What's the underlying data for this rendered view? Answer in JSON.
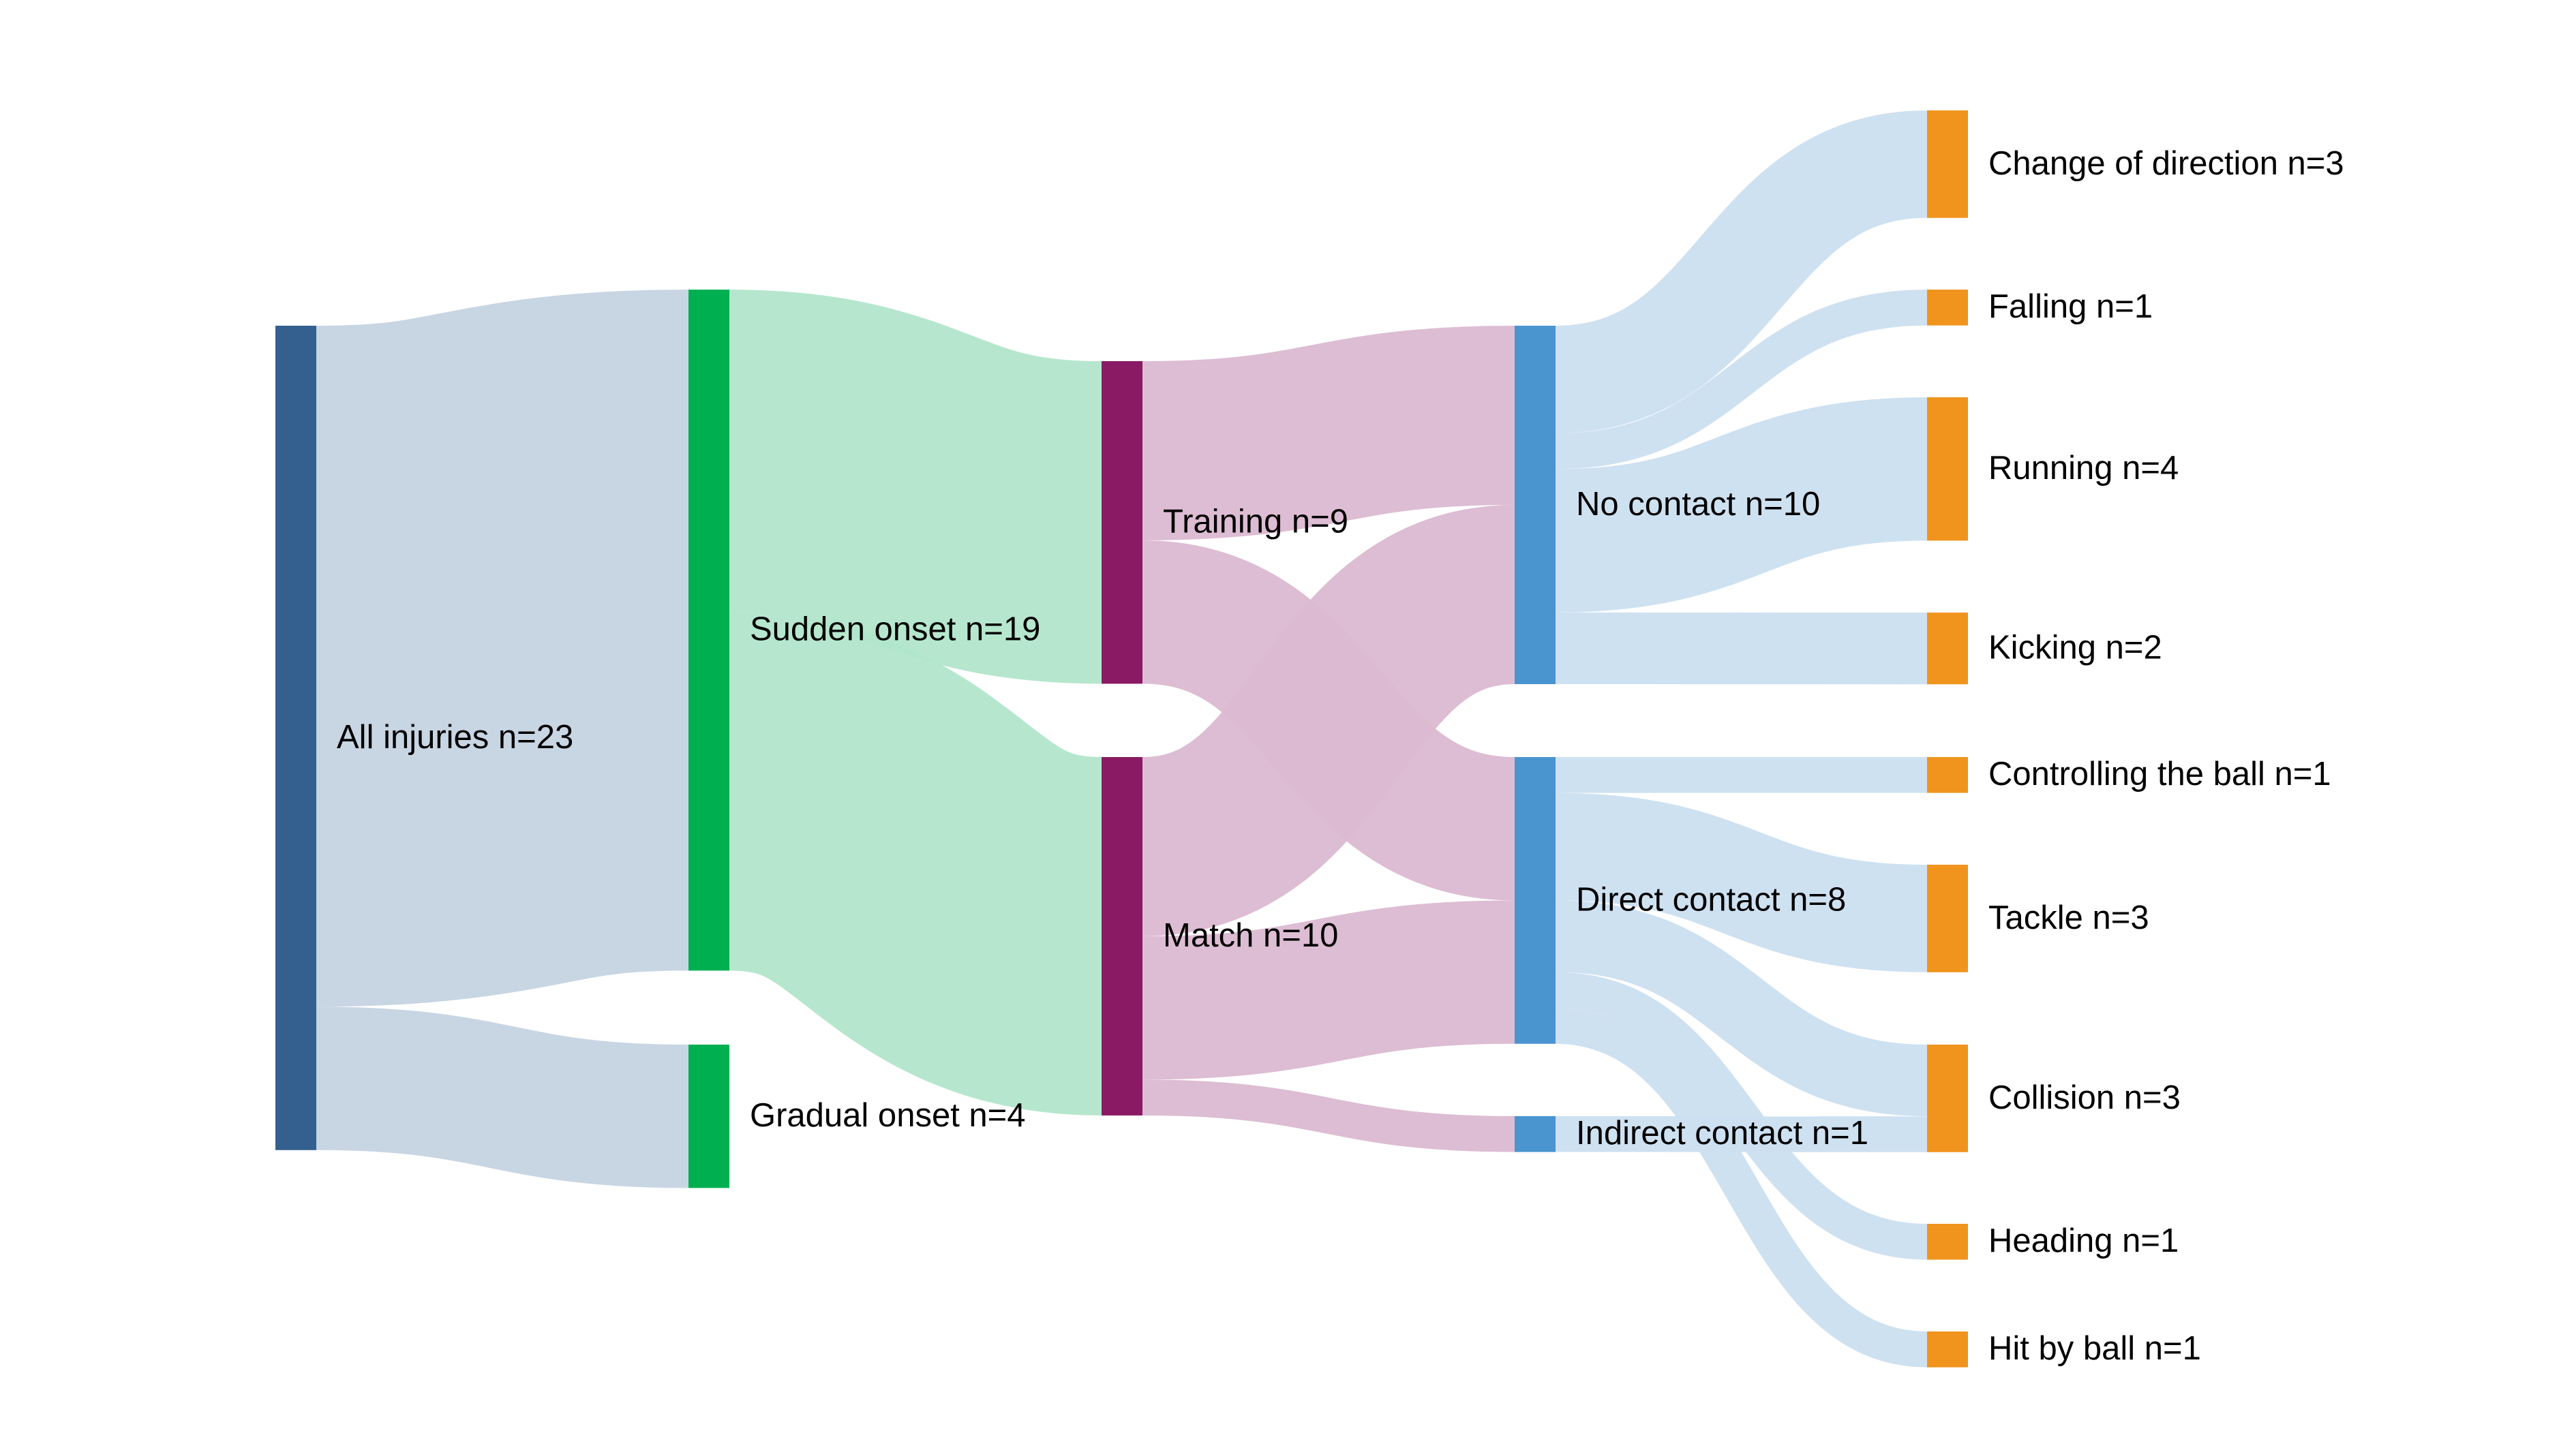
{
  "colors": {
    "all": "#33608f",
    "onset": "#00b050",
    "activity": "#8a1a63",
    "contact": "#4a94d0",
    "mechanism": "#f0941e",
    "link_all": "#c5d3e2",
    "link_onset": "#b2e6cb",
    "link_activity": "#dbb9d1",
    "link_contact": "#cbdff0"
  },
  "nodes": [
    {
      "id": "all",
      "label": "All injuries n=23",
      "value": 23,
      "column": 0,
      "color_key": "all"
    },
    {
      "id": "sudden",
      "label": "Sudden onset n=19",
      "value": 19,
      "column": 1,
      "color_key": "onset"
    },
    {
      "id": "gradual",
      "label": "Gradual onset n=4",
      "value": 4,
      "column": 1,
      "color_key": "onset"
    },
    {
      "id": "training",
      "label": "Training n=9",
      "value": 9,
      "column": 2,
      "color_key": "activity"
    },
    {
      "id": "match",
      "label": "Match n=10",
      "value": 10,
      "column": 2,
      "color_key": "activity"
    },
    {
      "id": "nocontact",
      "label": "No contact n=10",
      "value": 10,
      "column": 3,
      "color_key": "contact"
    },
    {
      "id": "direct",
      "label": "Direct contact n=8",
      "value": 8,
      "column": 3,
      "color_key": "contact"
    },
    {
      "id": "indirect",
      "label": "Indirect contact n=1",
      "value": 1,
      "column": 3,
      "color_key": "contact"
    },
    {
      "id": "cod",
      "label": "Change of direction n=3",
      "value": 3,
      "column": 4,
      "color_key": "mechanism"
    },
    {
      "id": "falling",
      "label": "Falling n=1",
      "value": 1,
      "column": 4,
      "color_key": "mechanism"
    },
    {
      "id": "running",
      "label": "Running n=4",
      "value": 4,
      "column": 4,
      "color_key": "mechanism"
    },
    {
      "id": "kicking",
      "label": "Kicking n=2",
      "value": 2,
      "column": 4,
      "color_key": "mechanism"
    },
    {
      "id": "controlling",
      "label": "Controlling the ball n=1",
      "value": 1,
      "column": 4,
      "color_key": "mechanism"
    },
    {
      "id": "tackle",
      "label": "Tackle n=3",
      "value": 3,
      "column": 4,
      "color_key": "mechanism"
    },
    {
      "id": "collision",
      "label": "Collision n=3",
      "value": 3,
      "column": 4,
      "color_key": "mechanism"
    },
    {
      "id": "heading",
      "label": "Heading n=1",
      "value": 1,
      "column": 4,
      "color_key": "mechanism"
    },
    {
      "id": "hitbyball",
      "label": "Hit by ball n=1",
      "value": 1,
      "column": 4,
      "color_key": "mechanism"
    }
  ],
  "links": [
    {
      "source": "all",
      "target": "sudden",
      "value": 19,
      "color_key": "link_all"
    },
    {
      "source": "all",
      "target": "gradual",
      "value": 4,
      "color_key": "link_all"
    },
    {
      "source": "sudden",
      "target": "training",
      "value": 9,
      "color_key": "link_onset"
    },
    {
      "source": "sudden",
      "target": "match",
      "value": 10,
      "color_key": "link_onset"
    },
    {
      "source": "training",
      "target": "nocontact",
      "value": 5,
      "color_key": "link_activity"
    },
    {
      "source": "training",
      "target": "direct",
      "value": 4,
      "color_key": "link_activity"
    },
    {
      "source": "match",
      "target": "nocontact",
      "value": 5,
      "color_key": "link_activity"
    },
    {
      "source": "match",
      "target": "direct",
      "value": 4,
      "color_key": "link_activity"
    },
    {
      "source": "match",
      "target": "indirect",
      "value": 1,
      "color_key": "link_activity"
    },
    {
      "source": "nocontact",
      "target": "cod",
      "value": 3,
      "color_key": "link_contact"
    },
    {
      "source": "nocontact",
      "target": "falling",
      "value": 1,
      "color_key": "link_contact"
    },
    {
      "source": "nocontact",
      "target": "running",
      "value": 4,
      "color_key": "link_contact"
    },
    {
      "source": "nocontact",
      "target": "kicking",
      "value": 2,
      "color_key": "link_contact"
    },
    {
      "source": "direct",
      "target": "controlling",
      "value": 1,
      "color_key": "link_contact"
    },
    {
      "source": "direct",
      "target": "tackle",
      "value": 3,
      "color_key": "link_contact"
    },
    {
      "source": "direct",
      "target": "collision",
      "value": 2,
      "color_key": "link_contact"
    },
    {
      "source": "direct",
      "target": "heading",
      "value": 1,
      "color_key": "link_contact"
    },
    {
      "source": "direct",
      "target": "hitbyball",
      "value": 1,
      "color_key": "link_contact"
    },
    {
      "source": "indirect",
      "target": "collision",
      "value": 1,
      "color_key": "link_contact"
    }
  ]
}
